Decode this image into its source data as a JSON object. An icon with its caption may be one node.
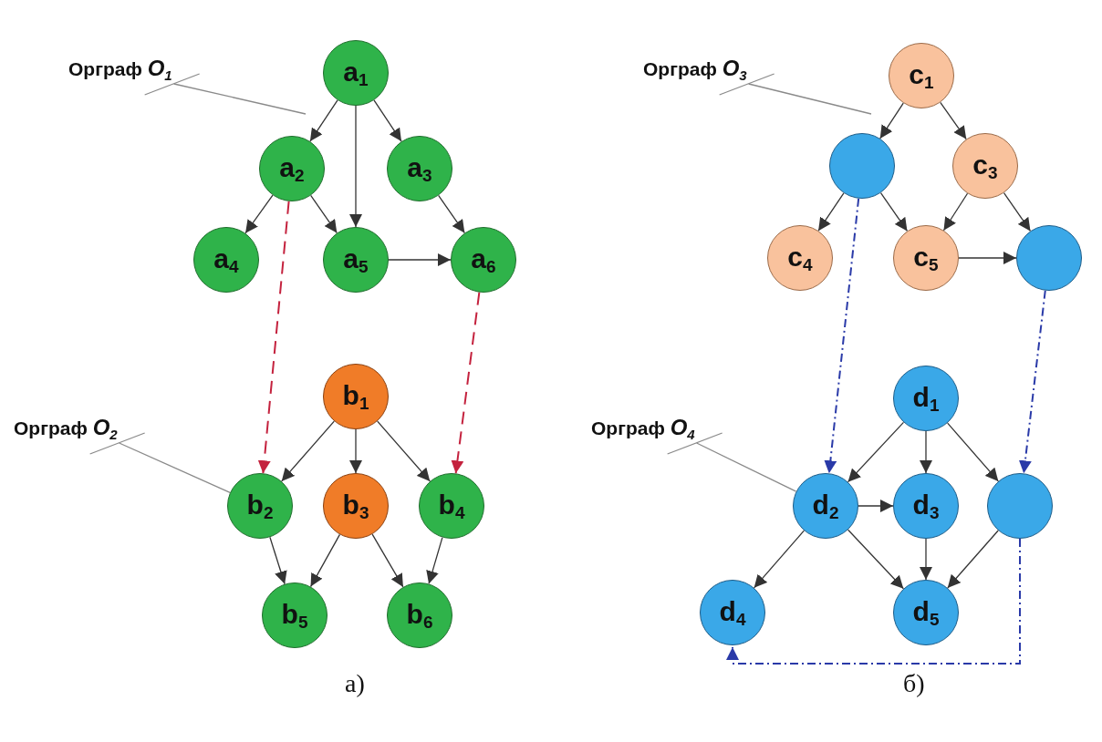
{
  "diagram": {
    "nodes": [
      {
        "text": [
          "Орграф *O*$_{1}$"
        ]
      },
      {
        "text": [
          "a$_{1}$"
        ]
      },
      {
        "text": [
          "a$_{2}$"
        ]
      },
      {
        "text": [
          "a$_{3}$"
        ]
      },
      {
        "text": [
          "a$_{4}$"
        ]
      },
      {
        "text": [
          "a$_{5}$"
        ]
      },
      {
        "text": [
          "a$_{6}$"
        ]
      },
      {
        "text": [
          "Орграф *O*$_{3}$"
        ]
      },
      {
        "text": [
          "c$_{1}$"
        ]
      },
      {
        "text": [],
        "shape": "circle"
      },
      {
        "text": [
          "c$_{3}$"
        ]
      },
      {
        "text": [
          "c$_{4}$"
        ]
      },
      {
        "text": [
          "c$_{5}$"
        ]
      },
      {
        "text": [],
        "shape": "circle"
      },
      {
        "text": [
          "b$_{1}$"
        ]
      },
      {
        "text": [
          "Орграф *O*$_{2}$"
        ]
      },
      {
        "text": [
          "b$_{2}$"
        ]
      },
      {
        "text": [
          "b$_{3}$"
        ]
      },
      {
        "text": [
          "b$_{4}$"
        ]
      },
      {
        "text": [
          "b$_{5}$"
        ]
      },
      {
        "text": [
          "b$_{6}$"
        ]
      },
      {
        "text": [
          "d$_{1}$"
        ]
      },
      {
        "text": [
          "Орграф *O*$_{4}$"
        ]
      },
      {
        "text": [
          "d$_{2}$"
        ]
      },
      {
        "text": [
          "d$_{3}$"
        ]
      },
      {
        "text": [],
        "shape": "circle"
      },
      {
        "text": [
          "d$_{4}$"
        ]
      },
      {
        "text": [
          "d$_{5}$"
        ]
      }
    ],
    "edges": [
      {
        "from": 1,
        "to": 2,
        "arrow": "to"
      },
      {
        "from": 1,
        "to": 5,
        "arrow": "to"
      },
      {
        "from": 1,
        "to": 3,
        "arrow": "to"
      },
      {
        "from": 2,
        "to": 4,
        "arrow": "to"
      },
      {
        "from": 2,
        "to": 5,
        "arrow": "to"
      },
      {
        "from": 3,
        "to": 6,
        "arrow": "to"
      },
      {
        "from": 5,
        "to": 6,
        "arrow": "to"
      },
      {
        "from": 2,
        "to": 16,
        "arrow": "to",
        "style": "dashed",
        "color": "#c4223e"
      },
      {
        "from": 6,
        "to": 18,
        "arrow": "to",
        "style": "dashed",
        "color": "#c4223e"
      },
      {
        "from": 14,
        "to": 16,
        "arrow": "to"
      },
      {
        "from": 14,
        "to": 17,
        "arrow": "to"
      },
      {
        "from": 14,
        "to": 18,
        "arrow": "to"
      },
      {
        "from": 16,
        "to": 19,
        "arrow": "to"
      },
      {
        "from": 17,
        "to": 19,
        "arrow": "to"
      },
      {
        "from": 17,
        "to": 20,
        "arrow": "to"
      },
      {
        "from": 18,
        "to": 20,
        "arrow": "to"
      },
      {
        "from": 8,
        "to": 9,
        "arrow": "to"
      },
      {
        "from": 8,
        "to": 10,
        "arrow": "to"
      },
      {
        "from": 9,
        "to": 11,
        "arrow": "to"
      },
      {
        "from": 9,
        "to": 12,
        "arrow": "to"
      },
      {
        "from": 10,
        "to": 12,
        "arrow": "to"
      },
      {
        "from": 10,
        "to": 13,
        "arrow": "to"
      },
      {
        "from": 12,
        "to": 13,
        "arrow": "to"
      },
      {
        "from": 9,
        "to": 23,
        "arrow": "to",
        "style": "dashed",
        "color": "#2a3aa8"
      },
      {
        "from": 13,
        "to": 25,
        "arrow": "to",
        "style": "dashed",
        "color": "#2a3aa8"
      },
      {
        "from": 25,
        "to": 26,
        "arrow": "to",
        "style": "dashed",
        "color": "#2a3aa8"
      },
      {
        "from": 21,
        "to": 23,
        "arrow": "to"
      },
      {
        "from": 21,
        "to": 24,
        "arrow": "to"
      },
      {
        "from": 21,
        "to": 25,
        "arrow": "to"
      },
      {
        "from": 23,
        "to": 24,
        "arrow": "to"
      },
      {
        "from": 23,
        "to": 26,
        "arrow": "to"
      },
      {
        "from": 23,
        "to": 27,
        "arrow": "to"
      },
      {
        "from": 24,
        "to": 27,
        "arrow": "to"
      },
      {
        "from": 25,
        "to": 27,
        "arrow": "to"
      },
      {
        "from": 0,
        "to": null,
        "arrow": "none",
        "color": "#8a8a8a"
      },
      {
        "from": 7,
        "to": null,
        "arrow": "none",
        "color": "#8a8a8a"
      },
      {
        "from": 15,
        "to": 16,
        "arrow": "none",
        "color": "#8a8a8a"
      },
      {
        "from": 22,
        "to": 23,
        "arrow": "none",
        "color": "#8a8a8a"
      }
    ],
    "labels": [
      "а)",
      "б)"
    ]
  }
}
